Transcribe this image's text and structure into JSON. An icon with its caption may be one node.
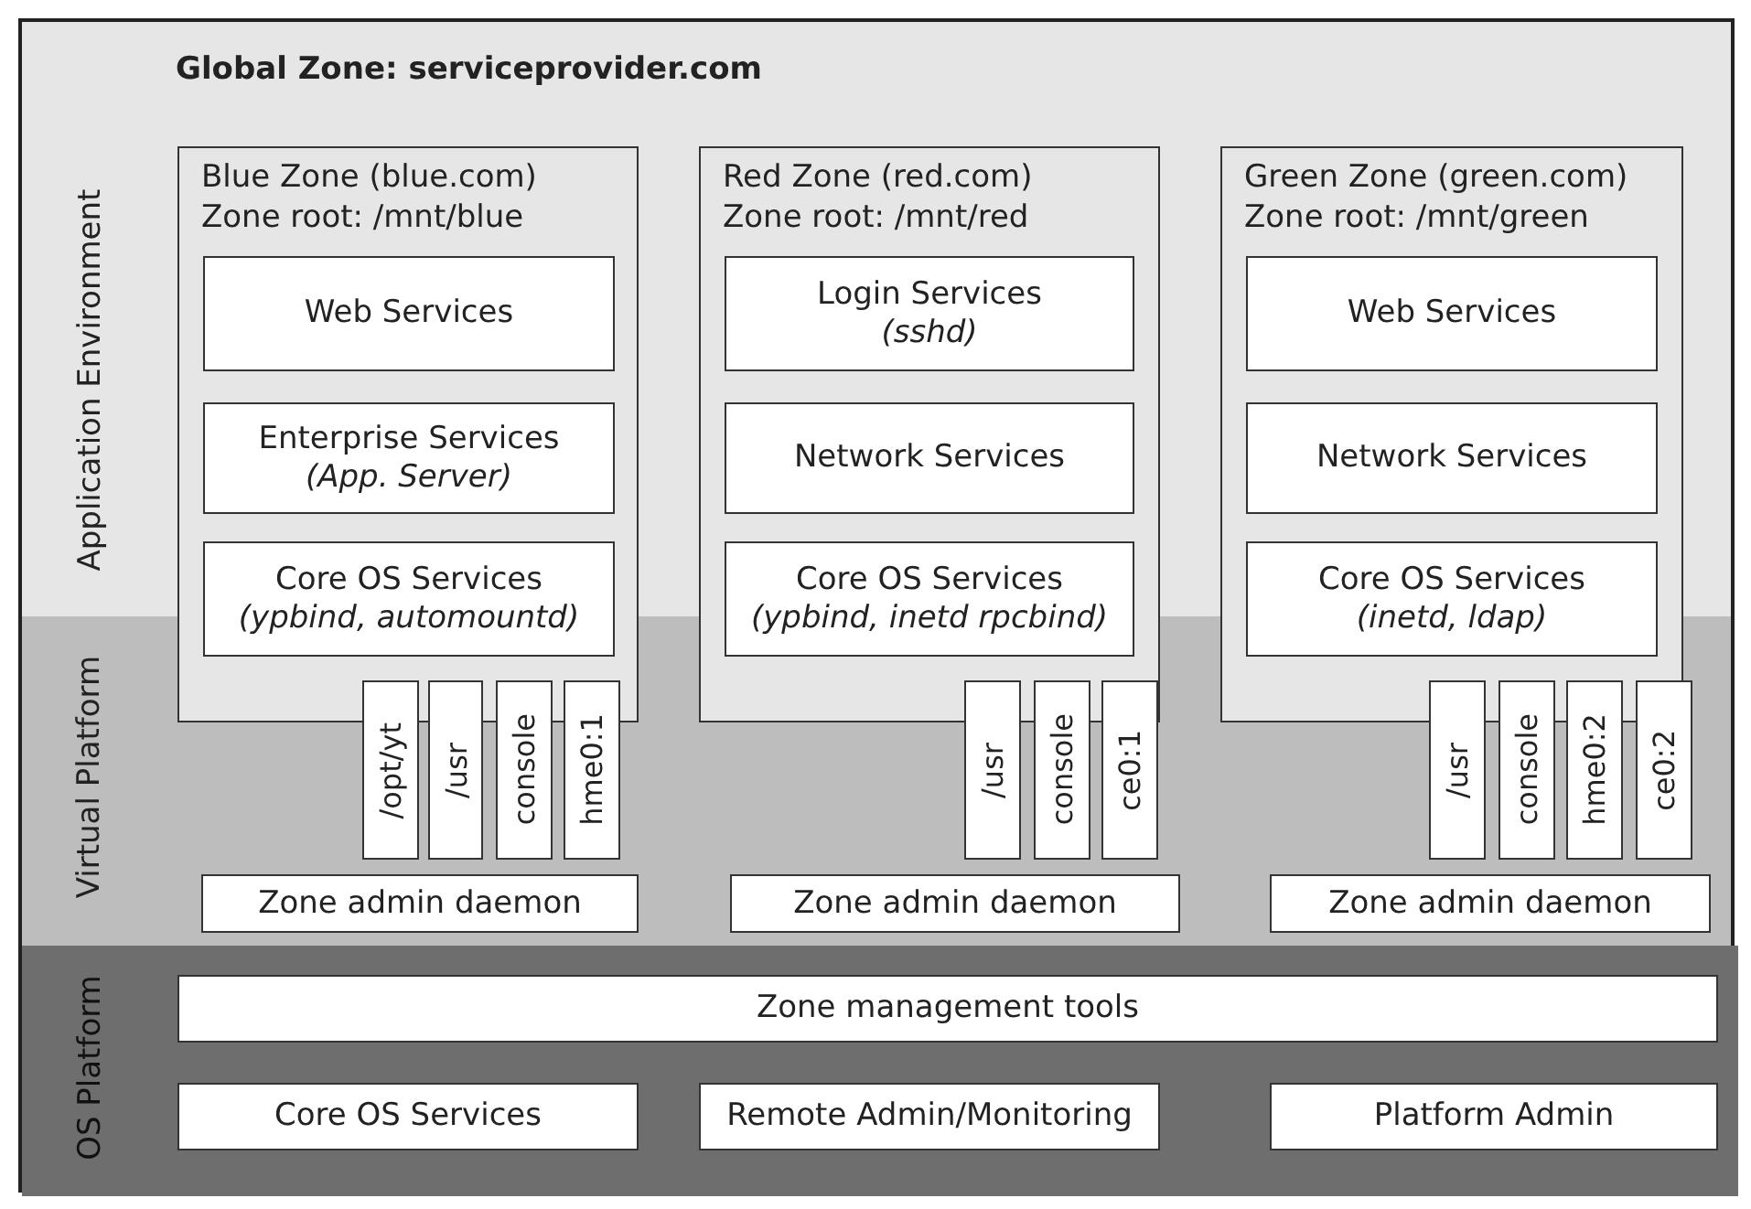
{
  "diagram": {
    "nodes": [
      {
        "text": [
          "Global Zone: serviceprovider.com"
        ]
      },
      {
        "text": [
          "Application Environment"
        ],
        "in": 0
      },
      {
        "text": [
          "Virtual Platform"
        ],
        "in": 0
      },
      {
        "text": [
          "OS Platform"
        ],
        "in": 0
      },
      {
        "text": [
          "Blue Zone (blue.com)",
          "Zone root: /mnt/blue"
        ],
        "in": 0
      },
      {
        "text": [
          "Web Services"
        ],
        "in": 4
      },
      {
        "text": [
          "Enterprise Services",
          "(App. Server)"
        ],
        "in": 4
      },
      {
        "text": [
          "Core OS Services",
          "(ypbind, automountd)"
        ],
        "in": 4
      },
      {
        "text": [
          "/opt/yt"
        ],
        "in": 0
      },
      {
        "text": [
          "/usr"
        ],
        "in": 0
      },
      {
        "text": [
          "console"
        ],
        "in": 0
      },
      {
        "text": [
          "hme0:1"
        ],
        "in": 0
      },
      {
        "text": [
          "Zone admin daemon"
        ],
        "in": 0
      },
      {
        "text": [
          "Red Zone (red.com)",
          "Zone root: /mnt/red"
        ],
        "in": 0
      },
      {
        "text": [
          "Login Services",
          "(sshd)"
        ],
        "in": 13
      },
      {
        "text": [
          "Network Services"
        ],
        "in": 13
      },
      {
        "text": [
          "Core OS Services",
          "(ypbind, inetd rpcbind)"
        ],
        "in": 13
      },
      {
        "text": [
          "/usr"
        ],
        "in": 0
      },
      {
        "text": [
          "console"
        ],
        "in": 0
      },
      {
        "text": [
          "ce0:1"
        ],
        "in": 0
      },
      {
        "text": [
          "Zone admin daemon"
        ],
        "in": 0
      },
      {
        "text": [
          "Green Zone (green.com)",
          "Zone root: /mnt/green"
        ],
        "in": 0
      },
      {
        "text": [
          "Web Services"
        ],
        "in": 21
      },
      {
        "text": [
          "Network Services"
        ],
        "in": 21
      },
      {
        "text": [
          "Core OS Services",
          "(inetd, ldap)"
        ],
        "in": 21
      },
      {
        "text": [
          "/usr"
        ],
        "in": 0
      },
      {
        "text": [
          "console"
        ],
        "in": 0
      },
      {
        "text": [
          "hme0:2"
        ],
        "in": 0
      },
      {
        "text": [
          "ce0:2"
        ],
        "in": 0
      },
      {
        "text": [
          "Zone admin daemon"
        ],
        "in": 0
      },
      {
        "text": [
          "Zone management tools"
        ],
        "in": 3
      },
      {
        "text": [
          "Core OS Services"
        ],
        "in": 3
      },
      {
        "text": [
          "Remote Admin/Monitoring"
        ],
        "in": 3
      },
      {
        "text": [
          "Platform Admin"
        ],
        "in": 3
      }
    ],
    "edges": []
  }
}
